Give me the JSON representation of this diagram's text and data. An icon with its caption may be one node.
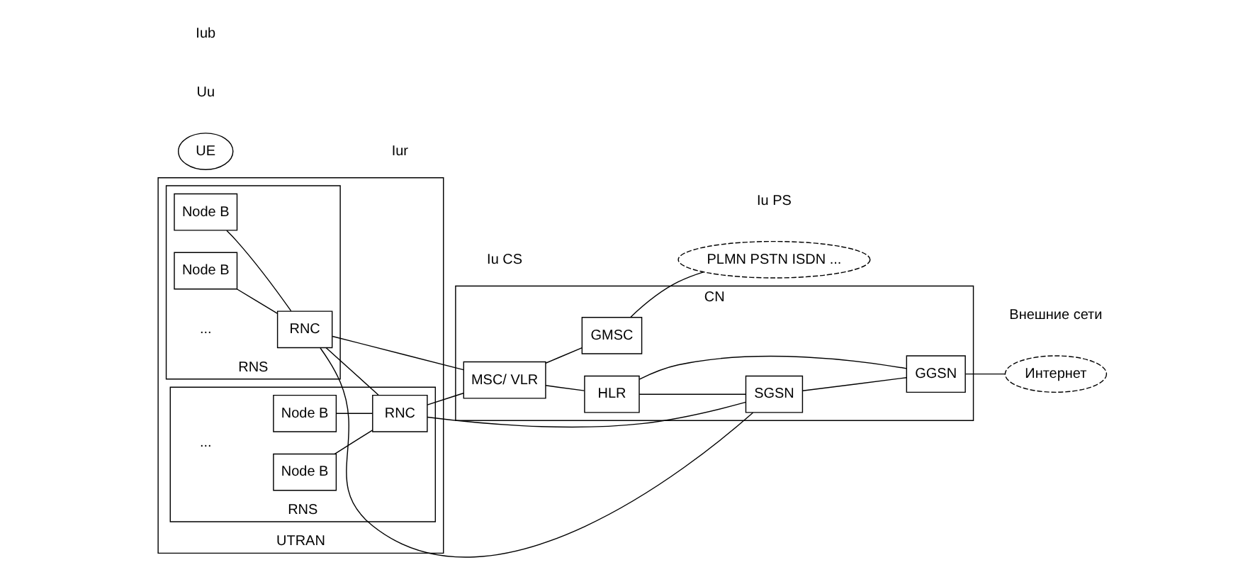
{
  "diagram": {
    "nodes": [
      {
        "text": [
          "UTRAN"
        ]
      },
      {
        "text": [
          "RNS"
        ],
        "in": 0
      },
      {
        "text": [
          "Node B"
        ],
        "in": 1
      },
      {
        "text": [
          "Node B"
        ],
        "in": 1
      },
      {
        "text": [
          "RNC"
        ],
        "in": 1
      },
      {
        "text": [
          "RNS"
        ],
        "in": 0
      },
      {
        "text": [
          "Node B"
        ],
        "in": 5
      },
      {
        "text": [
          "Node B"
        ],
        "in": 5
      },
      {
        "text": [
          "RNC"
        ],
        "in": 5
      },
      {
        "text": [
          "CN"
        ]
      },
      {
        "text": [
          "MSC/ VLR"
        ],
        "in": 9
      },
      {
        "text": [
          "GMSC"
        ],
        "in": 9
      },
      {
        "text": [
          "HLR"
        ],
        "in": 9
      },
      {
        "text": [
          "SGSN"
        ],
        "in": 9
      },
      {
        "text": [
          "GGSN"
        ],
        "in": 9
      },
      {
        "text": [
          "PLMN PSTN ISDN ..."
        ]
      },
      {
        "text": [
          "Интернет"
        ]
      },
      {
        "text": [
          "UE"
        ]
      }
    ],
    "edges": [
      {
        "from": 2,
        "to": 4,
        "arrow": "none"
      },
      {
        "from": 3,
        "to": 4,
        "arrow": "none"
      },
      {
        "from": 6,
        "to": 8,
        "arrow": "none"
      },
      {
        "from": 7,
        "to": 8,
        "arrow": "none"
      },
      {
        "from": 4,
        "to": 8,
        "arrow": "none"
      },
      {
        "from": 4,
        "to": 10,
        "arrow": "none"
      },
      {
        "from": 4,
        "to": 13,
        "arrow": "none"
      },
      {
        "from": 8,
        "to": 10,
        "arrow": "none"
      },
      {
        "from": 8,
        "to": 13,
        "arrow": "none"
      },
      {
        "from": 10,
        "to": 11,
        "arrow": "none"
      },
      {
        "from": 11,
        "to": 15,
        "arrow": "none"
      },
      {
        "from": 10,
        "to": 12,
        "arrow": "none"
      },
      {
        "from": 12,
        "to": 13,
        "arrow": "none"
      },
      {
        "from": 12,
        "to": 14,
        "arrow": "none"
      },
      {
        "from": 13,
        "to": 14,
        "arrow": "none"
      },
      {
        "from": 14,
        "to": 16,
        "arrow": "none"
      }
    ],
    "labels": [
      "Uu",
      "...",
      "Iub",
      "Iur",
      "Iu CS",
      "...",
      "Iu PS",
      "Внешние сети"
    ]
  }
}
